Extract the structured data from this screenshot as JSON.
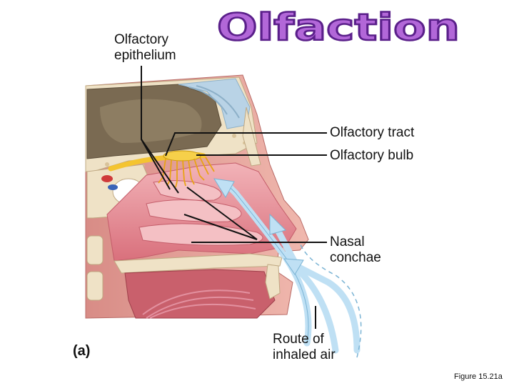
{
  "title": "Olfaction",
  "labels": {
    "olfactory_epithelium": "Olfactory epithelium",
    "olfactory_tract": "Olfactory tract",
    "olfactory_bulb": "Olfactory bulb",
    "nasal_conchae": "Nasal conchae",
    "route_of_inhaled_air": "Route of inhaled air",
    "panel": "(a)",
    "figure": "Figure 15.21a"
  },
  "colors": {
    "title_fill": "#b267d8",
    "title_stroke": "#5a1f8a",
    "mucosa": "#e8969e",
    "bone": "#efe2c6",
    "brain": "#7a6a52",
    "bulb": "#f4c430",
    "air_arrow": "#bfe0f4"
  },
  "icons": {
    "air_arrow": "arrow-icon"
  }
}
